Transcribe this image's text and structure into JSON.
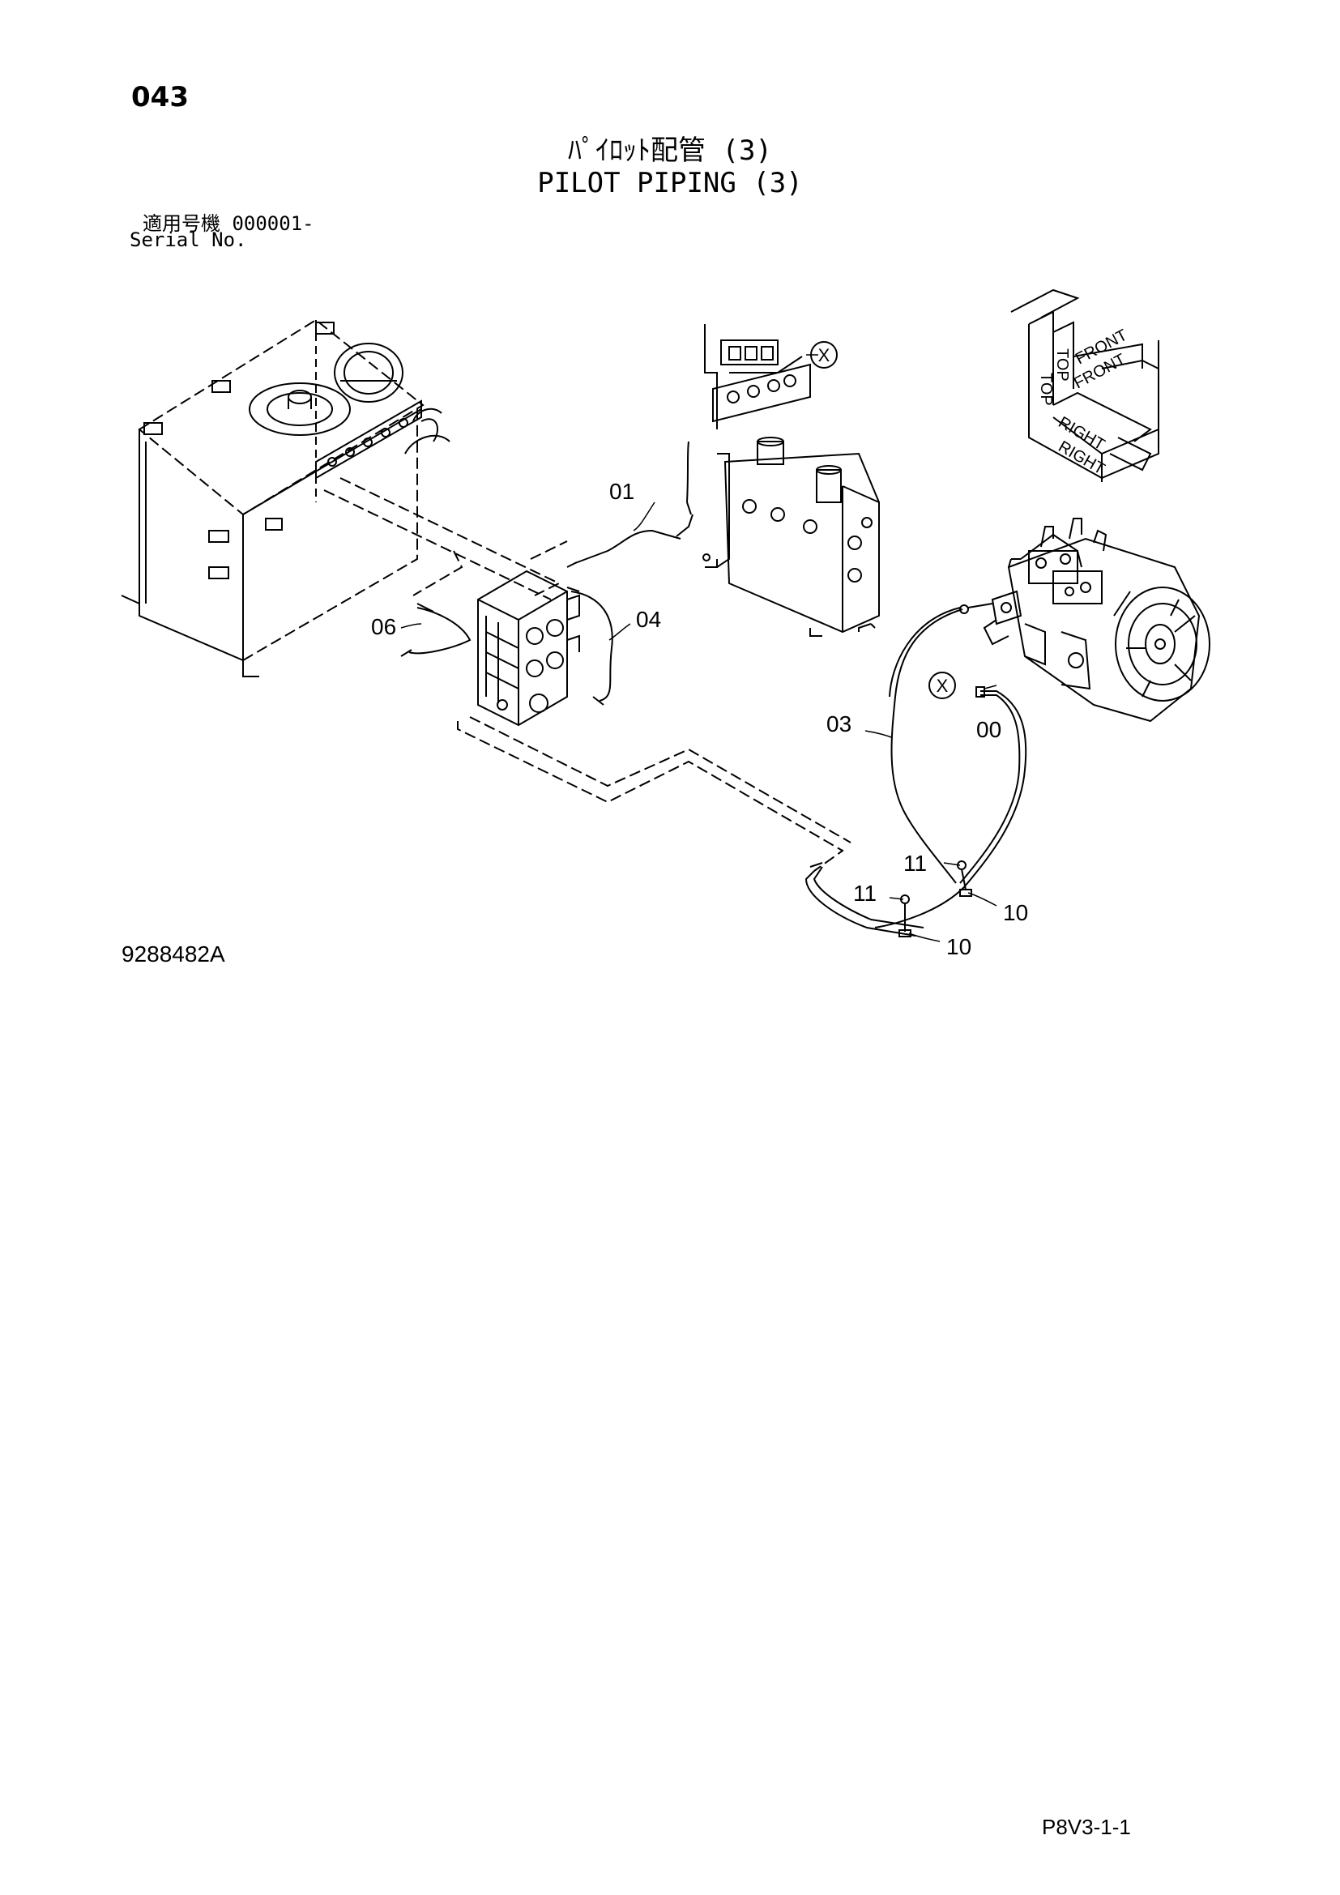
{
  "header": {
    "page_number": "043",
    "title_jp": "ﾊﾟｲﾛｯﾄ配管 (3)",
    "title_en": "PILOT PIPING (3)",
    "serial_label_jp": "適用号機  000001-",
    "serial_label_en": "Serial No."
  },
  "orientation": {
    "top": "TOP",
    "front": "FRONT",
    "right": "RIGHT"
  },
  "callouts": {
    "p00": "00",
    "p01": "01",
    "p03": "03",
    "p04": "04",
    "p06": "06",
    "p10a": "10",
    "p10b": "10",
    "p11a": "11",
    "p11b": "11",
    "xa": "X",
    "xb": "X"
  },
  "footer": {
    "drawing_number": "9288482A",
    "sheet_code": "P8V3-1-1"
  }
}
